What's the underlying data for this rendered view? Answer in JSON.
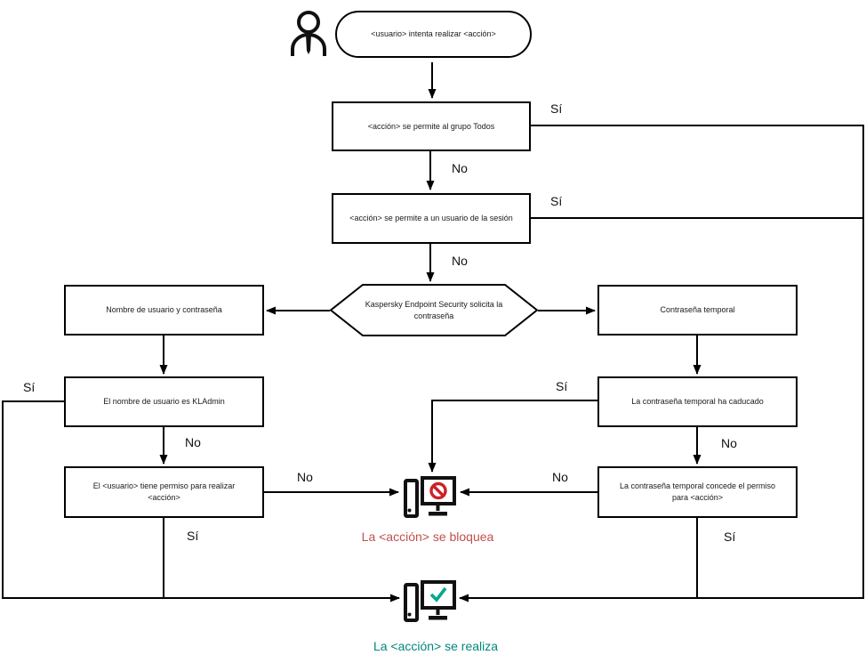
{
  "diagram": {
    "kind": "flowchart",
    "nodes": {
      "start": {
        "shape": "ellipse",
        "label": "<usuario> intenta realizar <acción>"
      },
      "allow_all": {
        "shape": "rect",
        "label": "<acción> se permite al grupo Todos"
      },
      "allow_session": {
        "shape": "rect",
        "label": "<acción> se permite a un usuario de la sesión"
      },
      "request_password": {
        "shape": "hexagon",
        "label": "Kaspersky Endpoint Security solicita la contraseña"
      },
      "username_password": {
        "shape": "rect",
        "label": "Nombre de usuario y contraseña"
      },
      "temp_password": {
        "shape": "rect",
        "label": "Contraseña temporal"
      },
      "is_kladmin": {
        "shape": "rect",
        "label": "El nombre de usuario es KLAdmin"
      },
      "temp_expired": {
        "shape": "rect",
        "label": "La contraseña temporal ha caducado"
      },
      "user_has_permission": {
        "shape": "rect",
        "label": "El <usuario> tiene permiso para realizar <acción>"
      },
      "temp_grants": {
        "shape": "rect",
        "label": "La contraseña temporal concede el permiso para <acción>"
      }
    },
    "labels": {
      "yes": "Sí",
      "no": "No"
    },
    "outcomes": {
      "blocked": {
        "text": "La <acción> se bloquea",
        "color": "#c0504d"
      },
      "performed": {
        "text": "La <acción> se realiza",
        "color": "#00877f"
      }
    },
    "icons": {
      "actor": "person-icon",
      "blocked": "computer-blocked-icon",
      "performed": "computer-check-icon"
    },
    "colors": {
      "line": "#000000",
      "prohibition_red": "#cc2229",
      "check_green": "#00a88e"
    }
  }
}
